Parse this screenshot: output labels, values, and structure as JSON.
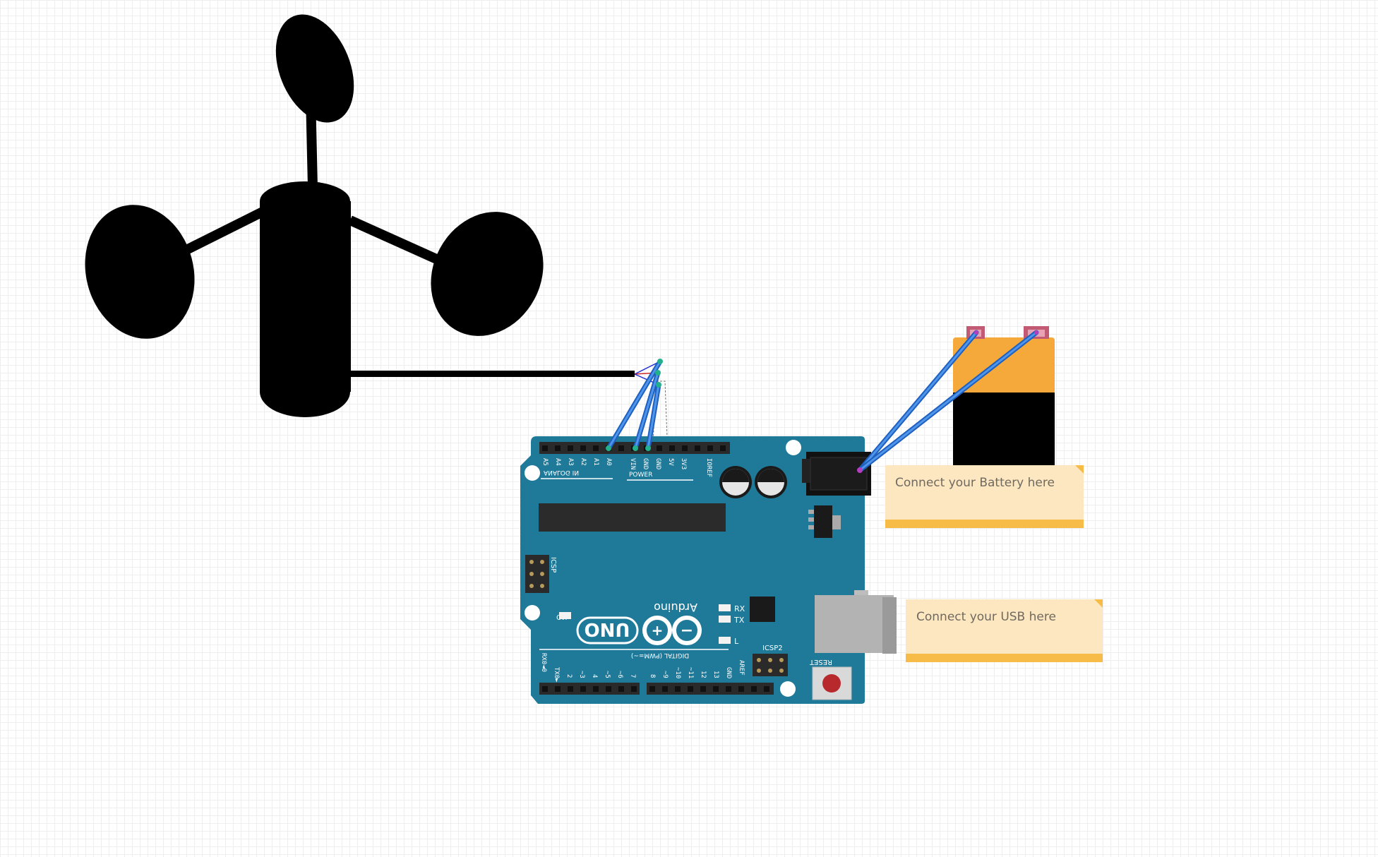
{
  "notes": {
    "battery": "Connect your Battery here",
    "usb": "Connect your USB here"
  },
  "board": {
    "brand": "Arduino",
    "model": "UNO",
    "icsp_label": "ICSP",
    "icsp2_label": "ICSP2",
    "reset_label": "RESET",
    "on_label": "ON",
    "rx_label": "RX",
    "tx_label": "TX",
    "l_label": "L",
    "analog_in_label": "ANALOG IN",
    "power_label": "POWER",
    "digital_label": "DIGITAL (PWM=~)",
    "aref_label": "AREF",
    "gnd_label": "GND",
    "analog_pins": [
      "A5",
      "A4",
      "A3",
      "A2",
      "A1",
      "A0"
    ],
    "power_pins": [
      "VIN",
      "GND",
      "GND",
      "5V",
      "3V3",
      "IOREF"
    ],
    "digital_low_pins": [
      "RX0◄0",
      "TX0►1",
      "2",
      "~3",
      "4",
      "~5",
      "~6",
      "7"
    ],
    "digital_high_pins": [
      "8",
      "~9",
      "~10",
      "~11",
      "12",
      "13"
    ]
  },
  "colors": {
    "board": "#1f7a9a",
    "wire": "#2d74d6",
    "note_bg": "#fde7c0",
    "note_edge": "#f7bb47",
    "battery_top": "#f5a93b",
    "battery_body": "#000000",
    "terminal": "#c25a74"
  }
}
